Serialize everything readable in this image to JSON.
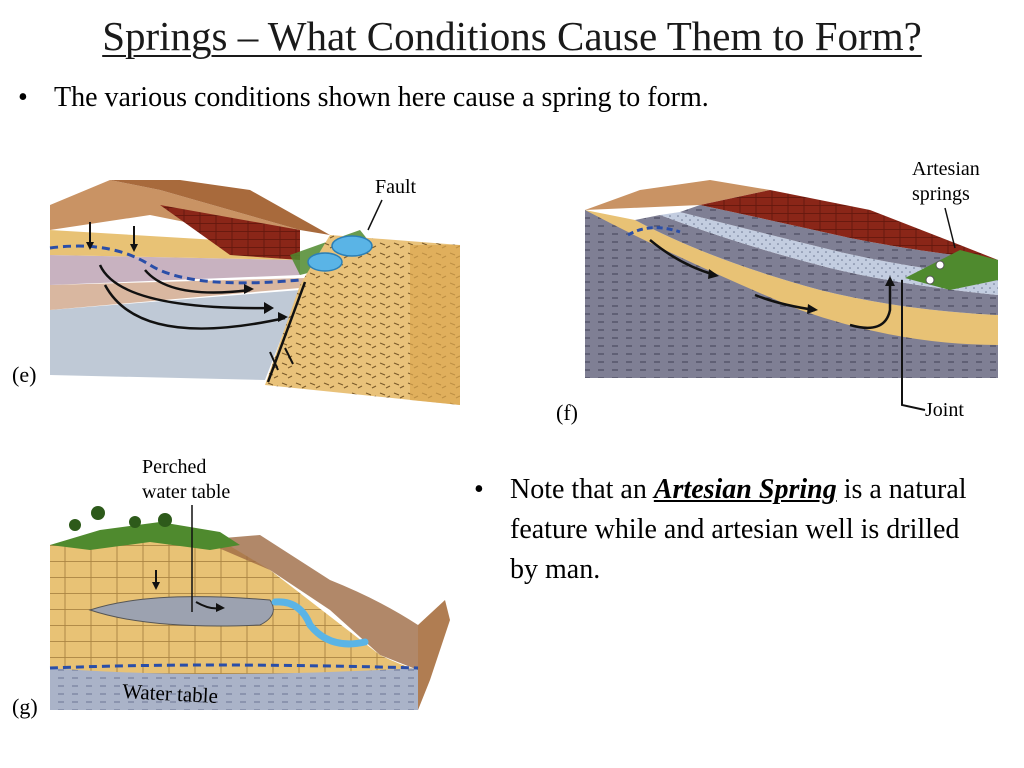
{
  "slide": {
    "title": "Springs – What Conditions Cause Them to Form?",
    "bullet1": "The various conditions shown here cause a spring to form.",
    "bullet2_before": "Note that an ",
    "bullet2_emphasis": "Artesian Spring",
    "bullet2_after": " is a natural feature while and artesian well is drilled by man.",
    "bullet_symbol": "•"
  },
  "diagrams": {
    "e": {
      "panel_label": "(e)",
      "labels": {
        "fault": "Fault"
      }
    },
    "f": {
      "panel_label": "(f)",
      "labels": {
        "artesian_springs_line1": "Artesian",
        "artesian_springs_line2": "springs",
        "joint": "Joint"
      }
    },
    "g": {
      "panel_label": "(g)",
      "labels": {
        "perched_line1": "Perched",
        "perched_line2": "water table",
        "water_table": "Water table"
      }
    }
  },
  "colors": {
    "water_table_line": "#2a4ea8",
    "spring_water": "#5ab4e6",
    "grass": "#4f8a2e",
    "sand": "#e8c275",
    "dark_red": "#8a2618",
    "blue_gray": "#b8c4d4"
  }
}
